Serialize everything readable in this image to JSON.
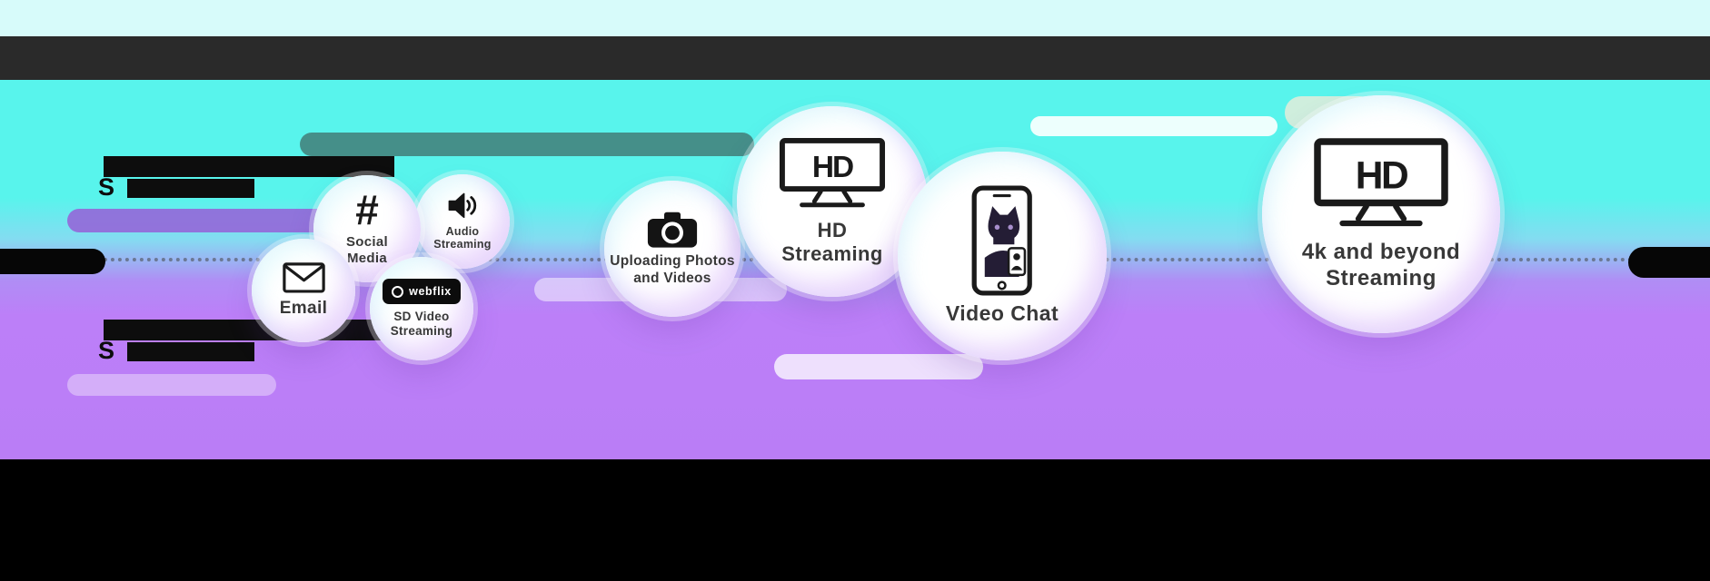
{
  "colors": {
    "top_strip": "#d7fbfa",
    "dark_band": "#2a2a2a",
    "cyan": "#58f4ec",
    "purple": "#bc7ff8",
    "bottom_band": "#000000",
    "bubble_text": "#383838"
  },
  "axis": {
    "block1_line2_lead": "S",
    "block2_line2_lead": "S"
  },
  "bubbles": {
    "email": {
      "label1": "Email"
    },
    "social": {
      "label1": "Social",
      "label2": "Media"
    },
    "audio": {
      "label1": "Audio",
      "label2": "Streaming"
    },
    "sd_video": {
      "badge": "webflix",
      "label1": "SD Video",
      "label2": "Streaming"
    },
    "upload": {
      "label1": "Uploading Photos",
      "label2": "and Videos"
    },
    "hd": {
      "screen_text": "HD",
      "label1": "HD",
      "label2": "Streaming"
    },
    "video_chat": {
      "label1": "Video Chat"
    },
    "four_k": {
      "screen_text": "HD",
      "label1": "4k and beyond",
      "label2": "Streaming"
    }
  }
}
